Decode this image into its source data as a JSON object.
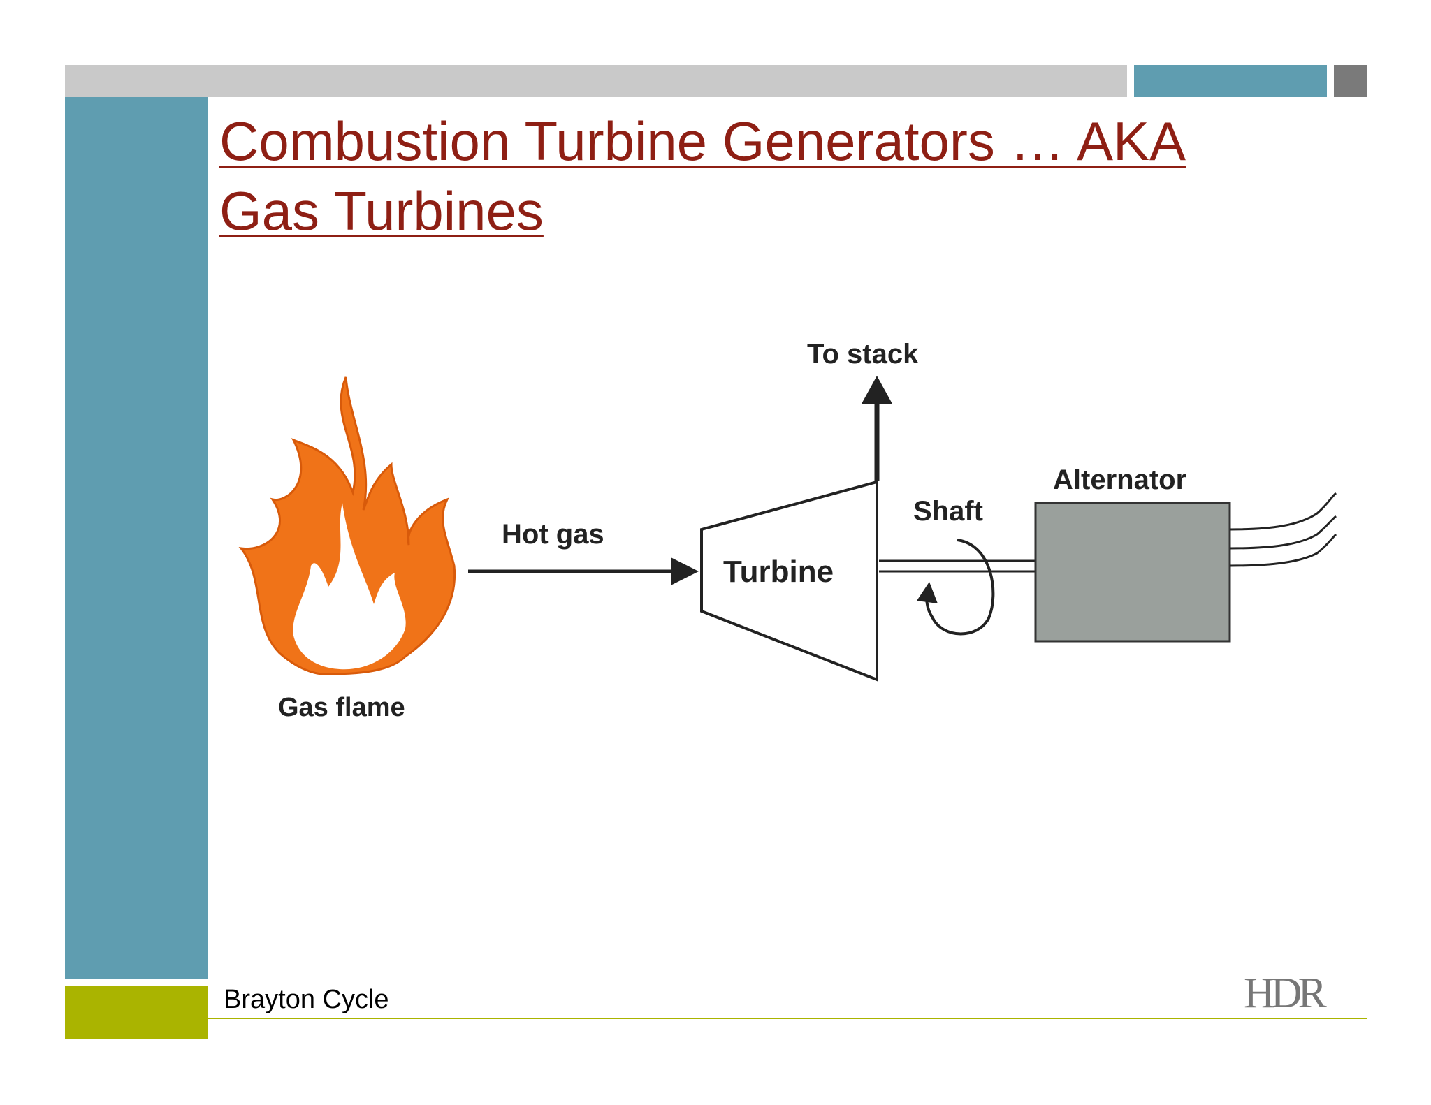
{
  "slide": {
    "title_line1": "Combustion Turbine Generators … AKA",
    "title_line2": "Gas Turbines",
    "footer_text": "Brayton Cycle",
    "logo_text": "HDR",
    "colors": {
      "teal": "#5f9db0",
      "gray_bar": "#c9c9c9",
      "dark_gray": "#7a7a7a",
      "lime": "#aab400",
      "title": "#8e1f14"
    }
  },
  "diagram": {
    "labels": {
      "gas_flame": "Gas flame",
      "hot_gas": "Hot gas",
      "turbine": "Turbine",
      "to_stack": "To stack",
      "shaft": "Shaft",
      "alternator": "Alternator"
    },
    "colors": {
      "flame": "#f07318",
      "flame_edge": "#d85a0a",
      "alternator": "#9aa09c",
      "line": "#222222"
    }
  }
}
